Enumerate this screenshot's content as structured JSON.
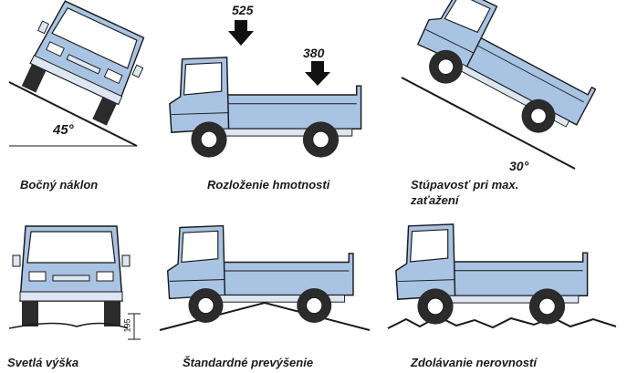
{
  "panels": {
    "side_tilt": {
      "caption": "Bočný náklon",
      "angle": "45°"
    },
    "weight": {
      "caption": "Rozloženie hmotnosti",
      "front_load": "525",
      "rear_load": "380"
    },
    "climb": {
      "caption_line1": "Stúpavosť pri max.",
      "caption_line2": "zaťažení",
      "angle": "30°"
    },
    "clearance": {
      "caption": "Svetlá výška",
      "dimension": "195"
    },
    "crest": {
      "caption": "Štandardné prevýšenie"
    },
    "rough": {
      "caption": "Zdolávanie nerovností"
    }
  },
  "colors": {
    "body": "#a9c3e3",
    "window": "#ffffff",
    "outline": "#1a1a1a",
    "tire": "#2b2b2b",
    "arrow": "#111111"
  }
}
